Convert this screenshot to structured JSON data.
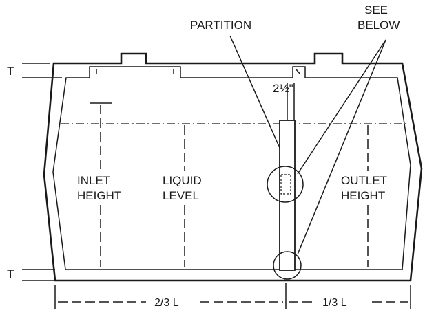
{
  "labels": {
    "partition": "PARTITION",
    "see_below_1": "SEE",
    "see_below_2": "BELOW",
    "thickness_top": "T",
    "thickness_bottom": "T",
    "partition_width": "2½\"",
    "inlet_height_1": "INLET",
    "inlet_height_2": "HEIGHT",
    "liquid_level_1": "LIQUID",
    "liquid_level_2": "LEVEL",
    "outlet_height_1": "OUTLET",
    "outlet_height_2": "HEIGHT",
    "dimension_left": "2/3 L",
    "dimension_right": "1/3 L"
  }
}
